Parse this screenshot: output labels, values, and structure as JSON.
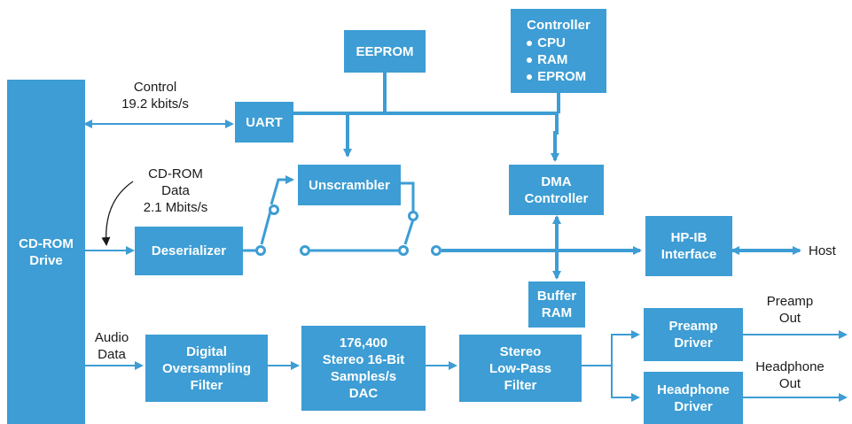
{
  "colors": {
    "block": "#3d9dd4",
    "wire": "#3d9dd4",
    "text": "#1a1a1a"
  },
  "blocks": {
    "cdrom_drive": "CD-ROM\nDrive",
    "eeprom": "EEPROM",
    "controller": {
      "title": "Controller",
      "items": [
        "CPU",
        "RAM",
        "EPROM"
      ]
    },
    "uart": "UART",
    "unscrambler": "Unscrambler",
    "dma_controller": "DMA\nController",
    "deserializer": "Deserializer",
    "hpib_interface": "HP-IB\nInterface",
    "buffer_ram": "Buffer\nRAM",
    "digital_filter": "Digital\nOversampling\nFilter",
    "dac": "176,400\nStereo 16-Bit\nSamples/s\nDAC",
    "lowpass_filter": "Stereo\nLow-Pass\nFilter",
    "preamp_driver": "Preamp\nDriver",
    "headphone_driver": "Headphone\nDriver"
  },
  "labels": {
    "control": "Control\n19.2 kbits/s",
    "cdrom_data": "CD-ROM\nData\n2.1 Mbits/s",
    "audio_data": "Audio\nData",
    "host": "Host",
    "preamp_out": "Preamp\nOut",
    "headphone_out": "Headphone\nOut"
  }
}
